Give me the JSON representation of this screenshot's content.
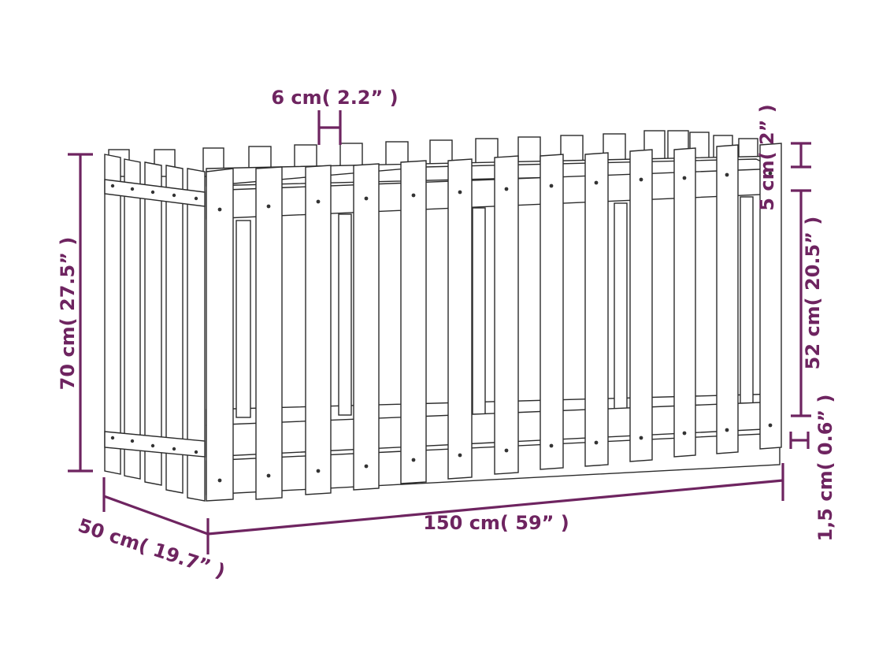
{
  "product": "fence-style raised garden planter",
  "colors": {
    "dimension": "#6e2460",
    "outline": "#2b2b2b",
    "wood": "#ffffff",
    "screw": "#333333",
    "background": "#ffffff"
  },
  "dimensions": {
    "picket_width": "6 cm( 2.2” )",
    "top_gap": "5 cm( 2” )",
    "middle_height": "52 cm( 20.5” )",
    "bottom_gap": "1,5 cm( 0.6” )",
    "total_height": "70 cm( 27.5” )",
    "depth": "50 cm( 19.7” )",
    "length": "150 cm( 59” )"
  }
}
